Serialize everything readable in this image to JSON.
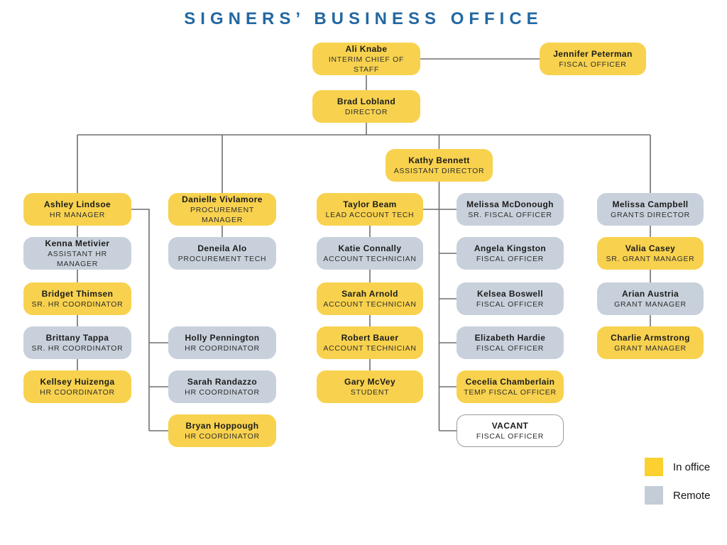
{
  "title": "SIGNERS’ BUSINESS OFFICE",
  "colors": {
    "title_blue": "#2368A2",
    "in_office_yellow": "#F8D24E",
    "remote_gray": "#C8D1DB",
    "legend_yellow": "#FBD02F",
    "legend_gray": "#C3CCD7",
    "connector_gray": "#6f6f6f",
    "vacant_border": "#9b9b9b"
  },
  "legend": {
    "in_office": "In office",
    "remote": "Remote"
  },
  "nodes": {
    "ali": {
      "name": "Ali Knabe",
      "role": "INTERIM CHIEF OF STAFF",
      "status": "in office"
    },
    "jennifer": {
      "name": "Jennifer Peterman",
      "role": "FISCAL OFFICER",
      "status": "in office"
    },
    "brad": {
      "name": "Brad Lobland",
      "role": "DIRECTOR",
      "status": "in office"
    },
    "kathy": {
      "name": "Kathy Bennett",
      "role": "ASSISTANT DIRECTOR",
      "status": "in office"
    },
    "ashley": {
      "name": "Ashley Lindsoe",
      "role": "HR MANAGER",
      "status": "in office"
    },
    "kenna": {
      "name": "Kenna Metivier",
      "role": "ASSISTANT HR MANAGER",
      "status": "remote"
    },
    "bridget": {
      "name": "Bridget Thimsen",
      "role": "SR. HR COORDINATOR",
      "status": "in office"
    },
    "brittany": {
      "name": "Brittany Tappa",
      "role": "SR. HR COORDINATOR",
      "status": "remote"
    },
    "kellsey": {
      "name": "Kellsey Huizenga",
      "role": "HR COORDINATOR",
      "status": "in office"
    },
    "danielle": {
      "name": "Danielle Vivlamore",
      "role": "PROCUREMENT MANAGER",
      "status": "in office"
    },
    "deneila": {
      "name": "Deneila Alo",
      "role": "PROCUREMENT TECH",
      "status": "remote"
    },
    "holly": {
      "name": "Holly Pennington",
      "role": "HR COORDINATOR",
      "status": "remote"
    },
    "sarah_r": {
      "name": "Sarah Randazzo",
      "role": "HR COORDINATOR",
      "status": "remote"
    },
    "bryan": {
      "name": "Bryan Hoppough",
      "role": "HR COORDINATOR",
      "status": "in office"
    },
    "taylor": {
      "name": "Taylor Beam",
      "role": "LEAD ACCOUNT TECH",
      "status": "in office"
    },
    "katie": {
      "name": "Katie Connally",
      "role": "ACCOUNT TECHNICIAN",
      "status": "remote"
    },
    "sarah_a": {
      "name": "Sarah Arnold",
      "role": "ACCOUNT TECHNICIAN",
      "status": "in office"
    },
    "robert": {
      "name": "Robert Bauer",
      "role": "ACCOUNT TECHNICIAN",
      "status": "in office"
    },
    "gary": {
      "name": "Gary McVey",
      "role": "STUDENT",
      "status": "in office"
    },
    "melissa_mcd": {
      "name": "Melissa McDonough",
      "role": "SR. FISCAL OFFICER",
      "status": "remote"
    },
    "angela": {
      "name": "Angela Kingston",
      "role": "FISCAL OFFICER",
      "status": "remote"
    },
    "kelsea": {
      "name": "Kelsea Boswell",
      "role": "FISCAL OFFICER",
      "status": "remote"
    },
    "elizabeth": {
      "name": "Elizabeth Hardie",
      "role": "FISCAL OFFICER",
      "status": "remote"
    },
    "cecelia": {
      "name": "Cecelia Chamberlain",
      "role": "TEMP FISCAL OFFICER",
      "status": "in office"
    },
    "vacant": {
      "name": "VACANT",
      "role": "FISCAL OFFICER",
      "status": "vacant"
    },
    "melissa_c": {
      "name": "Melissa Campbell",
      "role": "GRANTS DIRECTOR",
      "status": "remote"
    },
    "valia": {
      "name": "Valia Casey",
      "role": "SR. GRANT MANAGER",
      "status": "in office"
    },
    "arian": {
      "name": "Arian Austria",
      "role": "GRANT MANAGER",
      "status": "remote"
    },
    "charlie": {
      "name": "Charlie Armstrong",
      "role": "GRANT MANAGER",
      "status": "in office"
    }
  }
}
